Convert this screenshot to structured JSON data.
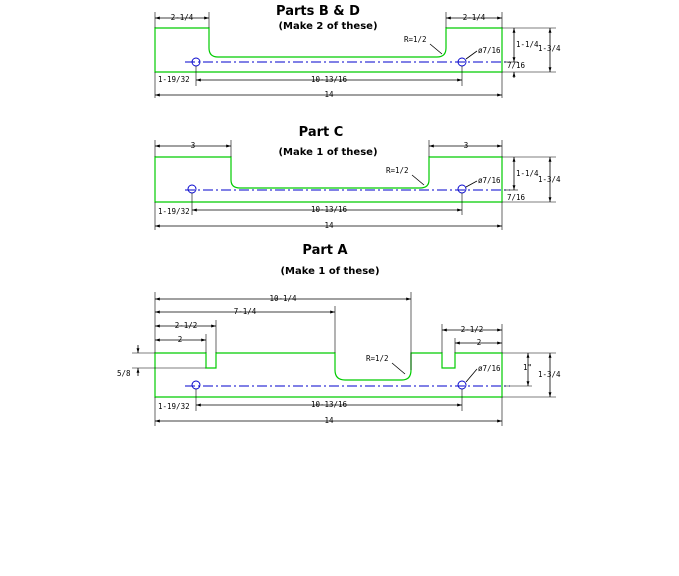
{
  "parts": [
    {
      "id": "bd",
      "title": "Parts B & D",
      "subtitle": "(Make 2 of these)",
      "dims": {
        "left_top": "2-1/4",
        "right_top": "2-1/4",
        "radius": "R=1/2",
        "hole": "ø7/16",
        "hole_offset": "1-19/32",
        "hole_spacing": "10-13/16",
        "overall": "14",
        "height_upper": "1-1/4",
        "height_total": "1-3/4",
        "height_lower": "7/16"
      }
    },
    {
      "id": "c",
      "title": "Part C",
      "subtitle": "(Make 1 of these)",
      "dims": {
        "left_top": "3",
        "right_top": "3",
        "radius": "R=1/2",
        "hole": "ø7/16",
        "hole_offset": "1-19/32",
        "hole_spacing": "10-13/16",
        "overall": "14",
        "height_upper": "1-1/4",
        "height_total": "1-3/4",
        "height_lower": "7/16"
      }
    },
    {
      "id": "a",
      "title": "Part A",
      "subtitle": "(Make 1 of these)",
      "dims": {
        "top_long": "10-1/4",
        "top_mid": "7-1/4",
        "left_outer": "2-1/2",
        "left_inner": "2",
        "right_outer": "2-1/2",
        "right_inner": "2",
        "radius": "R=1/2",
        "hole": "ø7/16",
        "notch_depth": "5/8",
        "height_upper": "1\"",
        "height_total": "1-3/4",
        "hole_offset": "1-19/32",
        "hole_spacing": "10-13/16",
        "overall": "14"
      }
    }
  ]
}
